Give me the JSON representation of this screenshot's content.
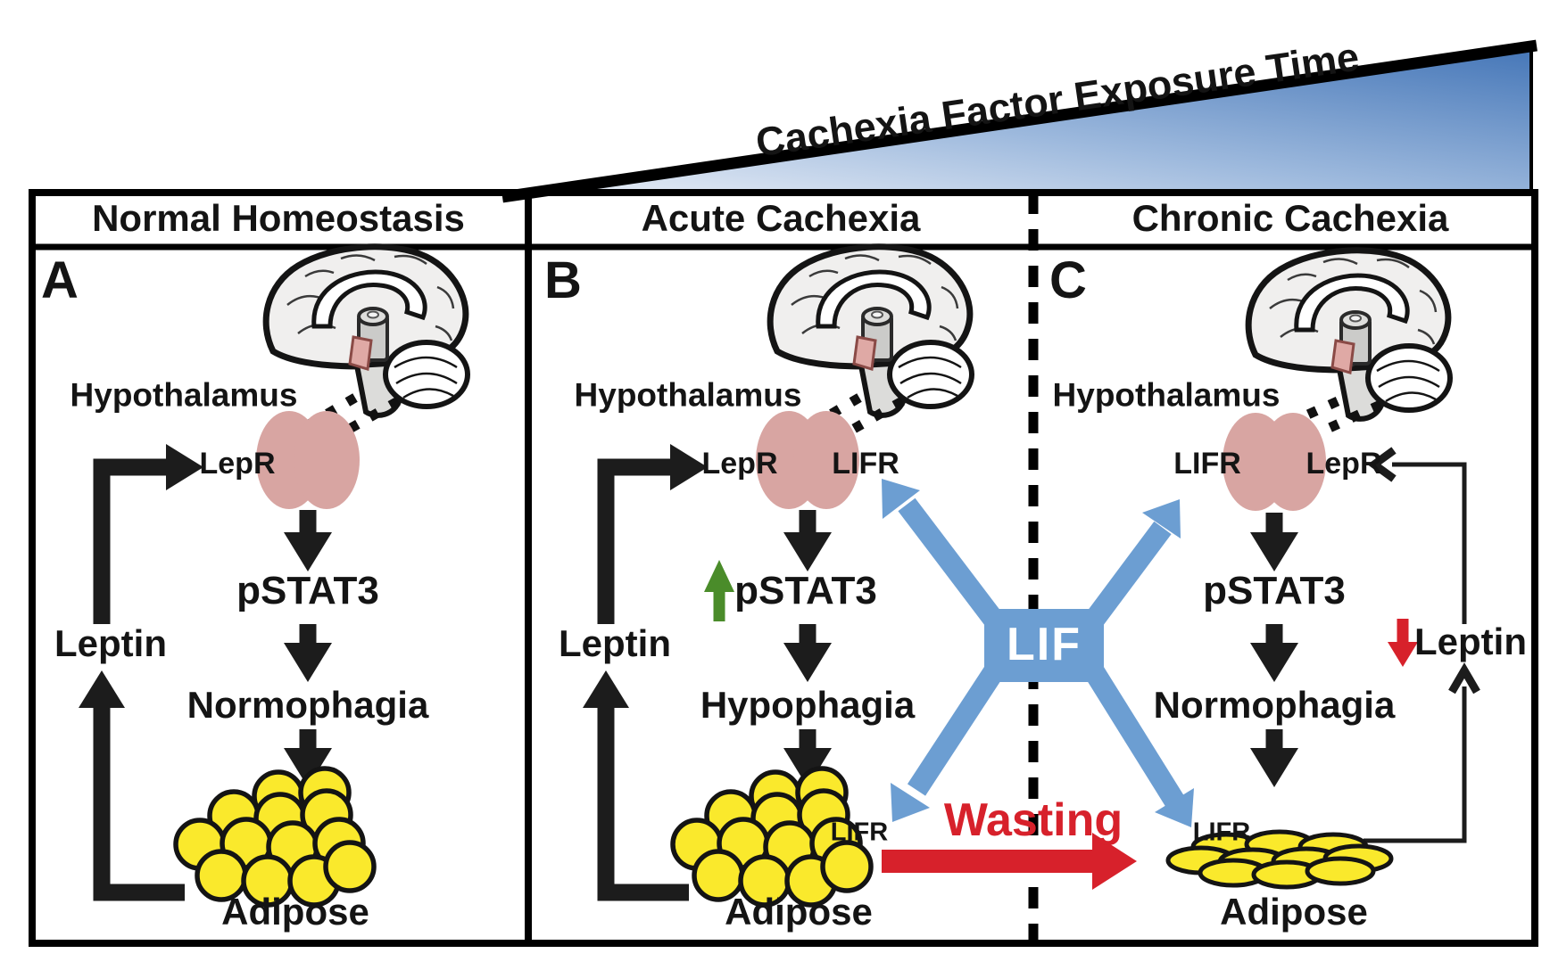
{
  "banner": {
    "label": "Cachexia Factor Exposure Time"
  },
  "headers": {
    "normal": "Normal Homeostasis",
    "acute": "Acute Cachexia",
    "chronic": "Chronic Cachexia"
  },
  "panel_a": {
    "letter": "A",
    "hypothalamus_label": "Hypothalamus",
    "leptin_receptor_label": "LepR",
    "signal_label": "pSTAT3",
    "feeding_label": "Normophagia",
    "hormone_label": "Leptin",
    "adipose_label": "Adipose"
  },
  "panel_b": {
    "letter": "B",
    "hypothalamus_label": "Hypothalamus",
    "leptin_receptor_label": "LepR",
    "lif_receptor_label": "LIFR",
    "signal_label": "pSTAT3",
    "feeding_label": "Hypophagia",
    "hormone_label": "Leptin",
    "adipose_label": "Adipose",
    "adipose_receptor_label": "LIFR"
  },
  "panel_c": {
    "letter": "C",
    "hypothalamus_label": "Hypothalamus",
    "lif_receptor_label": "LIFR",
    "leptin_receptor_label": "LepR",
    "signal_label": "pSTAT3",
    "feeding_label": "Normophagia",
    "hormone_label": "Leptin",
    "adipose_label": "Adipose",
    "adipose_receptor_label": "LIFR"
  },
  "center": {
    "lif_label": "LIF",
    "wasting_label": "Wasting"
  },
  "colors": {
    "lif_blue": "#6c9ed2",
    "wasting_red": "#d7212b",
    "increase_green": "#4a8c2a",
    "hypothalamus_pink": "#d8a5a2",
    "adipose_yellow": "#fae92c",
    "triangle_gradient_start": "#eaeff7",
    "triangle_gradient_end": "#4677b8"
  }
}
